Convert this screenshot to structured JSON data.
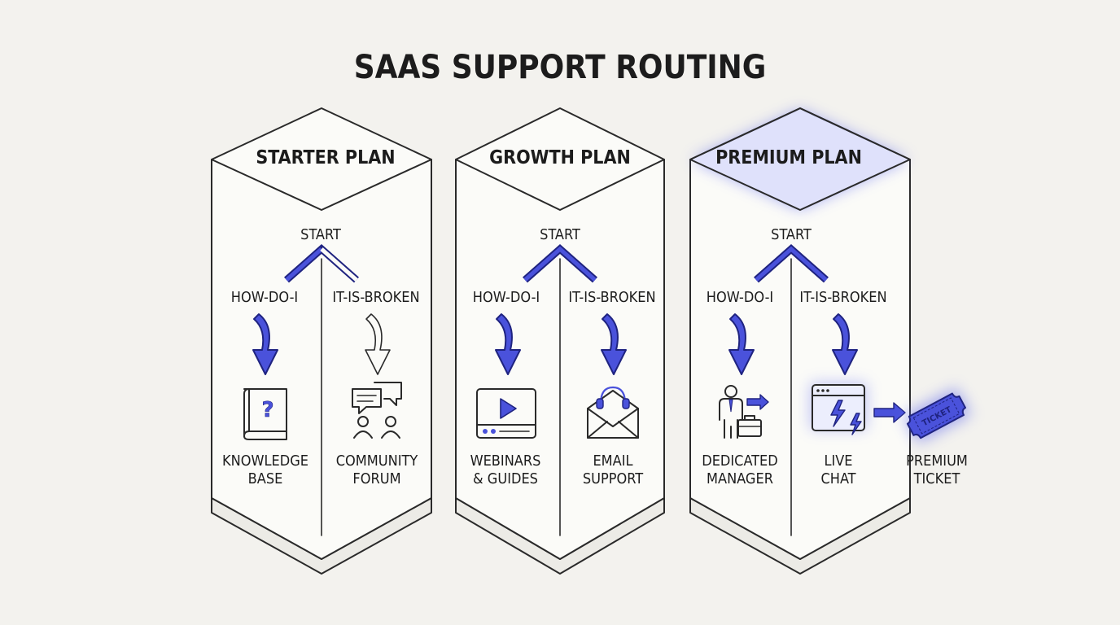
{
  "title": "SAAS SUPPORT ROUTING",
  "colors": {
    "accent": "#4a52db",
    "accent_dark": "#1f2380",
    "background": "#f3f2ee",
    "ink": "#2a2a2a"
  },
  "plans": [
    {
      "name": "STARTER PLAN",
      "highlighted": false,
      "start_label": "START",
      "left_branch_label": "HOW-DO-I",
      "right_branch_label": "IT-IS-BROKEN",
      "left_outcome": {
        "line1": "KNOWLEDGE",
        "line2": "BASE",
        "icon": "book-question-icon"
      },
      "right_outcome": {
        "line1": "COMMUNITY",
        "line2": "FORUM",
        "icon": "community-chat-icon"
      }
    },
    {
      "name": "GROWTH PLAN",
      "highlighted": false,
      "start_label": "START",
      "left_branch_label": "HOW-DO-I",
      "right_branch_label": "IT-IS-BROKEN",
      "left_outcome": {
        "line1": "WEBINARS",
        "line2": "& GUIDES",
        "icon": "video-player-icon"
      },
      "right_outcome": {
        "line1": "EMAIL",
        "line2": "SUPPORT",
        "icon": "email-headset-icon"
      }
    },
    {
      "name": "PREMIUM PLAN",
      "highlighted": true,
      "start_label": "START",
      "left_branch_label": "HOW-DO-I",
      "right_branch_label": "IT-IS-BROKEN",
      "left_outcome": {
        "line1": "DEDICATED",
        "line2": "MANAGER",
        "icon": "manager-briefcase-icon"
      },
      "right_outcome": {
        "line1": "LIVE",
        "line2": "CHAT",
        "icon": "browser-lightning-icon"
      }
    }
  ],
  "extra_outcome": {
    "line1": "PREMIUM",
    "line2": "TICKET",
    "icon": "ticket-icon",
    "ticket_text": "TICKET"
  }
}
